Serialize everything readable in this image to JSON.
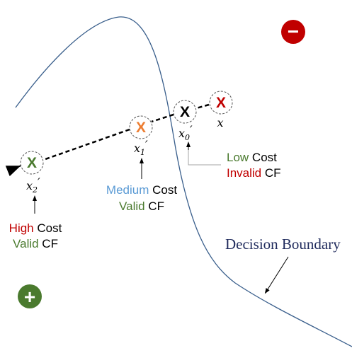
{
  "colors": {
    "boundary": "#3a5f8c",
    "boundary_label": "#1f2a5c",
    "green": "#4a7a2e",
    "orange": "#ed7d31",
    "red": "#c00000",
    "blue": "#5b9bd5",
    "black": "#000000",
    "arrow_gray": "#a6a6a6"
  },
  "regions": {
    "negative_sign": "−",
    "positive_sign": "+"
  },
  "points": {
    "x": {
      "mark": "X",
      "label": "x"
    },
    "x0": {
      "mark": "X",
      "label": "x",
      "subscript": "0",
      "prime": "′"
    },
    "x1": {
      "mark": "X",
      "label": "x",
      "subscript": "1",
      "prime": "′"
    },
    "x2": {
      "mark": "X",
      "label": "x",
      "subscript": "2",
      "prime": "′"
    }
  },
  "annotations": {
    "low": {
      "level": "Low",
      "cost": " Cost",
      "validity": "Invalid",
      "cf": " CF"
    },
    "medium": {
      "level": "Medium",
      "cost": " Cost",
      "validity": "Valid",
      "cf": " CF"
    },
    "high": {
      "level": "High",
      "cost": " Cost",
      "validity": "Valid",
      "cf": " CF"
    }
  },
  "boundary_label": "Decision Boundary"
}
